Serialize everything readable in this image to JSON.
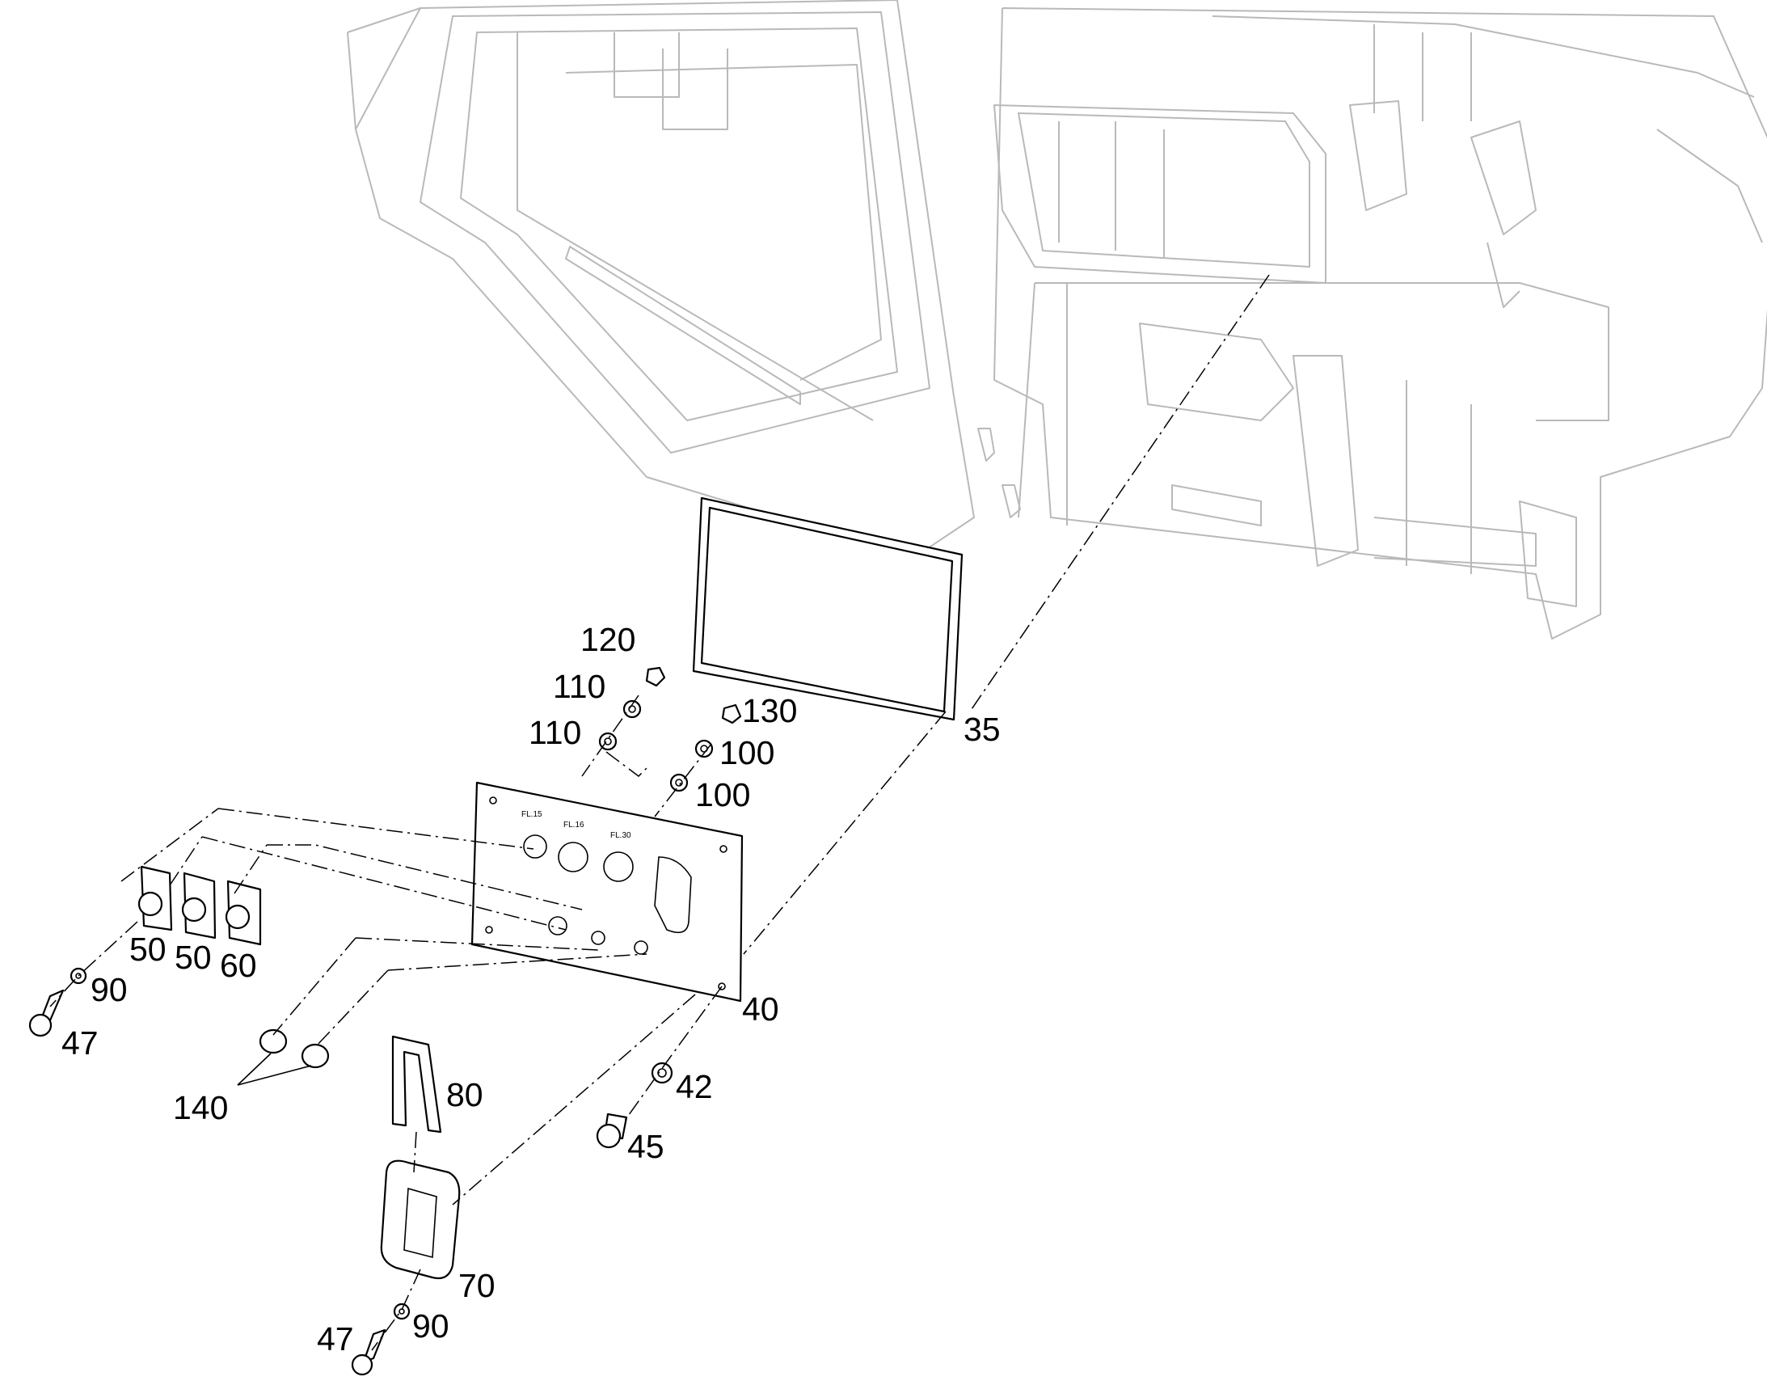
{
  "callouts": {
    "c120": "120",
    "c110a": "110",
    "c110b": "110",
    "c130": "130",
    "c100a": "100",
    "c100b": "100",
    "c35": "35",
    "c40": "40",
    "c50a": "50",
    "c50b": "50",
    "c60": "60",
    "c90a": "90",
    "c47a": "47",
    "c140": "140",
    "c80": "80",
    "c42": "42",
    "c45": "45",
    "c70": "70",
    "c90b": "90",
    "c47b": "47"
  },
  "colors": {
    "line": "#000000",
    "context_line": "#b9b9b9",
    "background": "#ffffff"
  }
}
